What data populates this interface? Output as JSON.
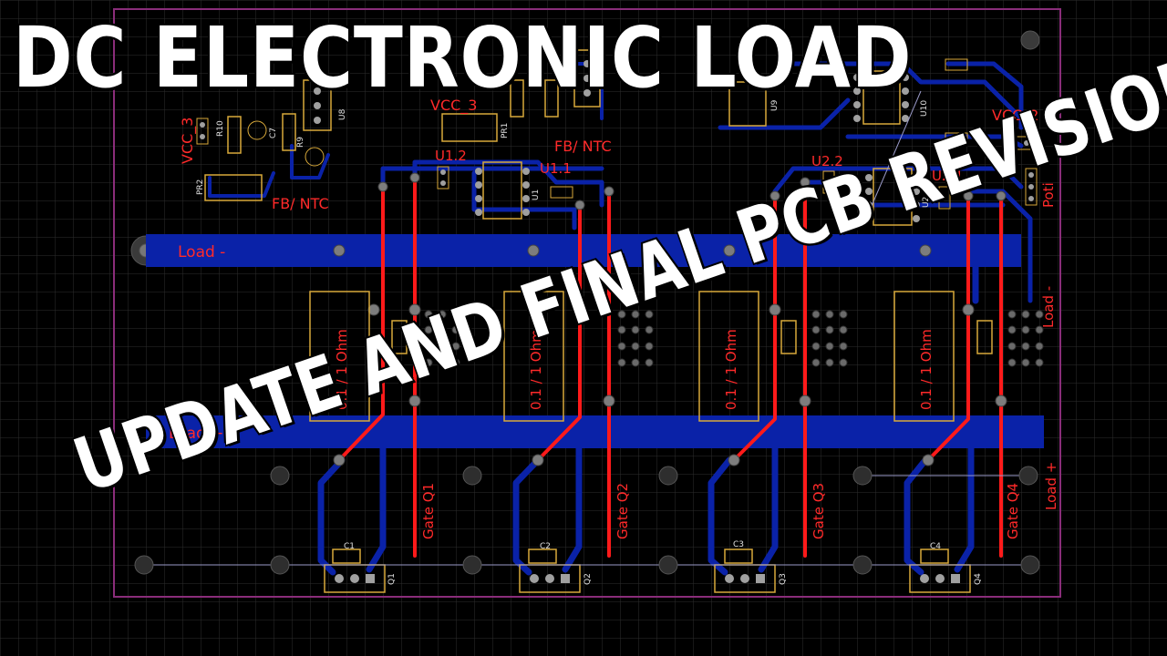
{
  "overlay": {
    "title_top": "DC ELECTRONIC LOAD",
    "title_mid": "UPDATE AND FINAL PCB REVISION"
  },
  "labels": {
    "load_minus": "Load -",
    "load_plus": "Load +",
    "load_minus_vertical": "Load -",
    "load_plus_vertical": "Load +",
    "vcc3_left": "VCC_3",
    "vcc3_mid": "VCC_3",
    "vcc2": "VCC_2",
    "fb_ntc_left": "FB/ NTC",
    "fb_ntc_mid": "FB/ NTC",
    "u1_2": "U1.2",
    "u1_1": "U1.1",
    "u2_2": "U2.2",
    "u2_1": "U2.1",
    "poti": "Poti",
    "gate_q1": "Gate Q1",
    "gate_q2": "Gate Q2",
    "gate_q3": "Gate Q3",
    "gate_q4": "Gate Q4",
    "shunt_1": "0.1 / 1 Ohm",
    "shunt_2": "0.1 / 1 Ohm",
    "shunt_3": "0.1 / 1 Ohm",
    "shunt_4": "0.1 / 1 Ohm",
    "c1": "C1",
    "c2": "C2",
    "c3": "C3",
    "c4": "C4",
    "q1": "Q1",
    "q2": "Q2",
    "q3": "Q3",
    "q4": "Q4",
    "u1": "U1",
    "u2": "U2",
    "u8": "U8",
    "u9": "U9",
    "u10": "U10",
    "r9": "R9",
    "r10": "R10",
    "pr1": "PR1",
    "pr2": "PR2",
    "c7": "C7"
  },
  "colors": {
    "background": "#000000",
    "grid": "#2e2e2e",
    "board_outline": "#8a2d7a",
    "top_copper": "#ff1a1a",
    "bottom_copper": "#0a22a8",
    "silkscreen_text": "#ff2a2a",
    "footprint_outline": "#d8a93a",
    "pad": "#a0a0a0"
  }
}
